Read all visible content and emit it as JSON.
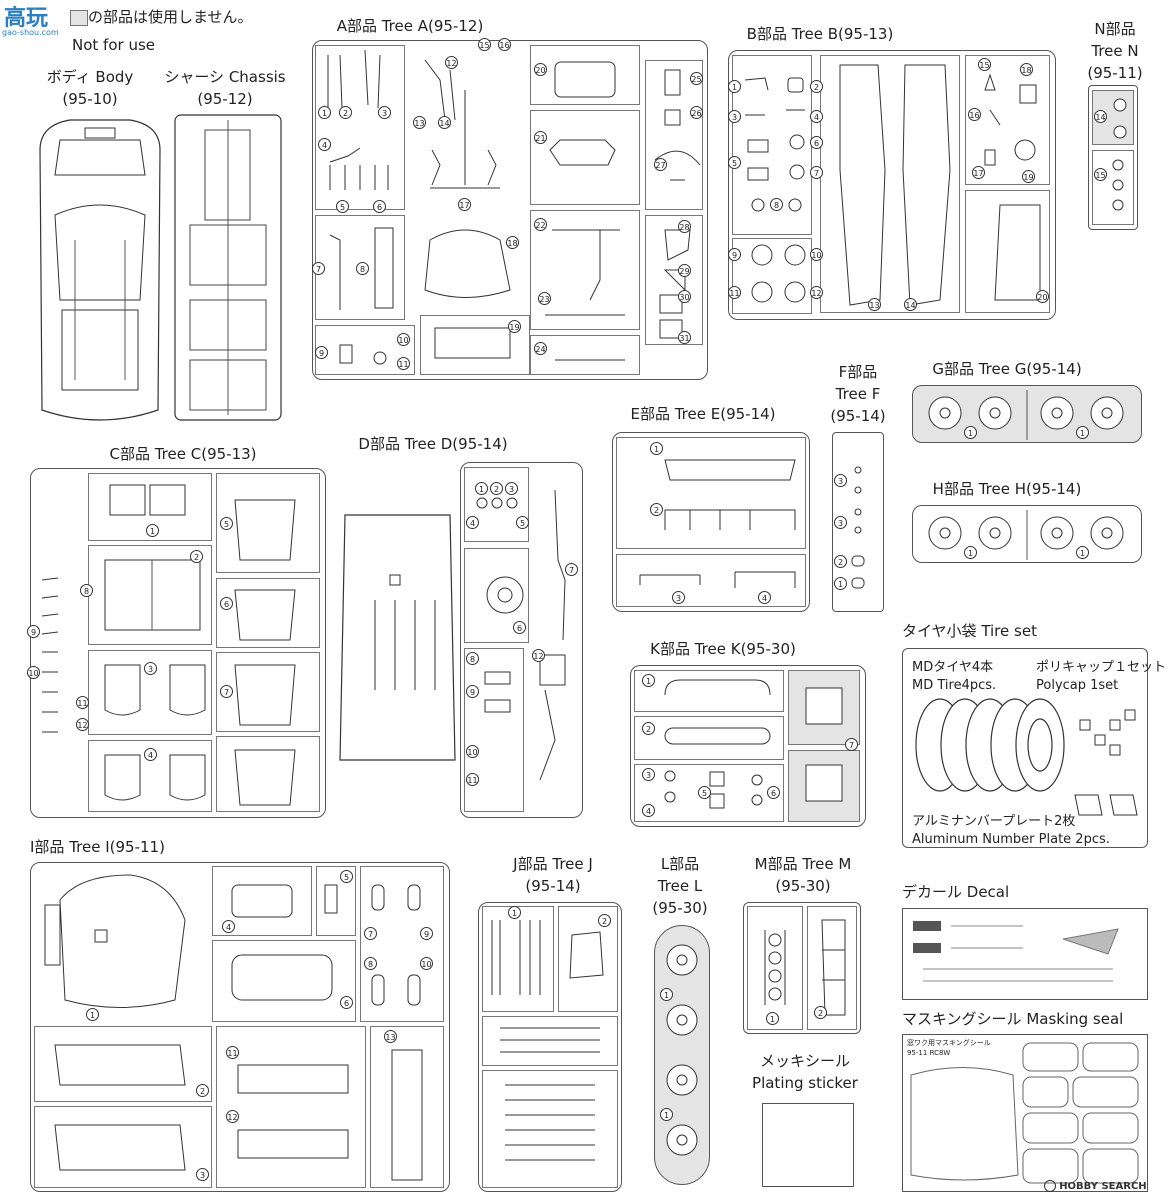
{
  "watermark": {
    "chars": "高玩",
    "sub": "gao-shou.com"
  },
  "notice": {
    "jp": "の部品は使用しません。",
    "en": "Not for use"
  },
  "footer_watermark": "HOBBY SEARCH",
  "colors": {
    "line": "#555555",
    "unused_fill": "#e4e4e4",
    "watermark": "#2a7fc1"
  },
  "sections": {
    "body": {
      "name": "ボディ Body",
      "code": "(95-10)"
    },
    "chassis": {
      "name": "シャーシ Chassis",
      "code": "(95-12)"
    },
    "tree_a": {
      "name": "A部品 Tree A",
      "code": "(95-12)"
    },
    "tree_b": {
      "name": "B部品 Tree B",
      "code": "(95-13)"
    },
    "tree_n": {
      "name1": "N部品",
      "name2": "Tree N",
      "code": "(95-11)"
    },
    "tree_c": {
      "name": "C部品 Tree C",
      "code": "(95-13)"
    },
    "tree_d": {
      "name": "D部品 Tree D",
      "code": "(95-14)"
    },
    "tree_e": {
      "name": "E部品 Tree E",
      "code": "(95-14)"
    },
    "tree_f": {
      "name1": "F部品",
      "name2": "Tree F",
      "code": "(95-14)"
    },
    "tree_g": {
      "name": "G部品 Tree G",
      "code": "(95-14)"
    },
    "tree_h": {
      "name": "H部品 Tree H",
      "code": "(95-14)"
    },
    "tree_k": {
      "name": "K部品 Tree K",
      "code": "(95-30)"
    },
    "tree_i": {
      "name": "I部品 Tree I",
      "code": "(95-11)"
    },
    "tree_j": {
      "name": "J部品 Tree J",
      "code": "(95-14)"
    },
    "tree_l": {
      "name1": "L部品",
      "name2": "Tree L",
      "code": "(95-30)"
    },
    "tree_m": {
      "name": "M部品 Tree M",
      "code": "(95-30)"
    }
  },
  "tire_set": {
    "title": "タイヤ小袋 Tire set",
    "tire_jp": "MDタイヤ4本",
    "tire_en": "MD Tire4pcs.",
    "polycap_jp": "ポリキャップ１セット",
    "polycap_en": "Polycap 1set",
    "plate_jp": "アルミナンバープレート2枚",
    "plate_en": "Aluminum Number Plate 2pcs."
  },
  "decal": {
    "title": "デカール Decal"
  },
  "masking": {
    "title": "マスキングシール Masking seal",
    "sheet_title": "窓ワク用マスキングシール",
    "sheet_code": "95-11 RC8W"
  },
  "plating": {
    "jp": "メッキシール",
    "en": "Plating sticker"
  },
  "parts": {
    "a": [
      "1",
      "2",
      "3",
      "4",
      "5",
      "6",
      "7",
      "8",
      "9",
      "10",
      "11",
      "12",
      "13",
      "14",
      "15",
      "16",
      "17",
      "18",
      "19",
      "20",
      "21",
      "22",
      "23",
      "24",
      "25",
      "26",
      "27",
      "28",
      "29",
      "30",
      "31"
    ],
    "b": [
      "1",
      "2",
      "3",
      "4",
      "5",
      "6",
      "7",
      "8",
      "9",
      "10",
      "11",
      "12",
      "13",
      "14",
      "15",
      "16",
      "17",
      "18",
      "19",
      "20"
    ],
    "n": [
      "14",
      "15"
    ],
    "c": [
      "1",
      "2",
      "3",
      "4",
      "5",
      "6",
      "7",
      "8",
      "9",
      "10",
      "11",
      "12"
    ],
    "d": [
      "1",
      "2",
      "3",
      "4",
      "5",
      "6",
      "7",
      "8",
      "9",
      "10",
      "11",
      "12"
    ],
    "e": [
      "1",
      "2",
      "3",
      "4"
    ],
    "f": [
      "1",
      "2",
      "3"
    ],
    "g": [
      "1"
    ],
    "h": [
      "1"
    ],
    "k": [
      "1",
      "2",
      "3",
      "4",
      "5",
      "6",
      "7"
    ],
    "i": [
      "1",
      "2",
      "3",
      "4",
      "5",
      "6",
      "7",
      "8",
      "9",
      "10",
      "11",
      "12",
      "13"
    ],
    "j": [
      "1",
      "2"
    ],
    "l": [
      "1"
    ],
    "m": [
      "1",
      "2"
    ]
  }
}
